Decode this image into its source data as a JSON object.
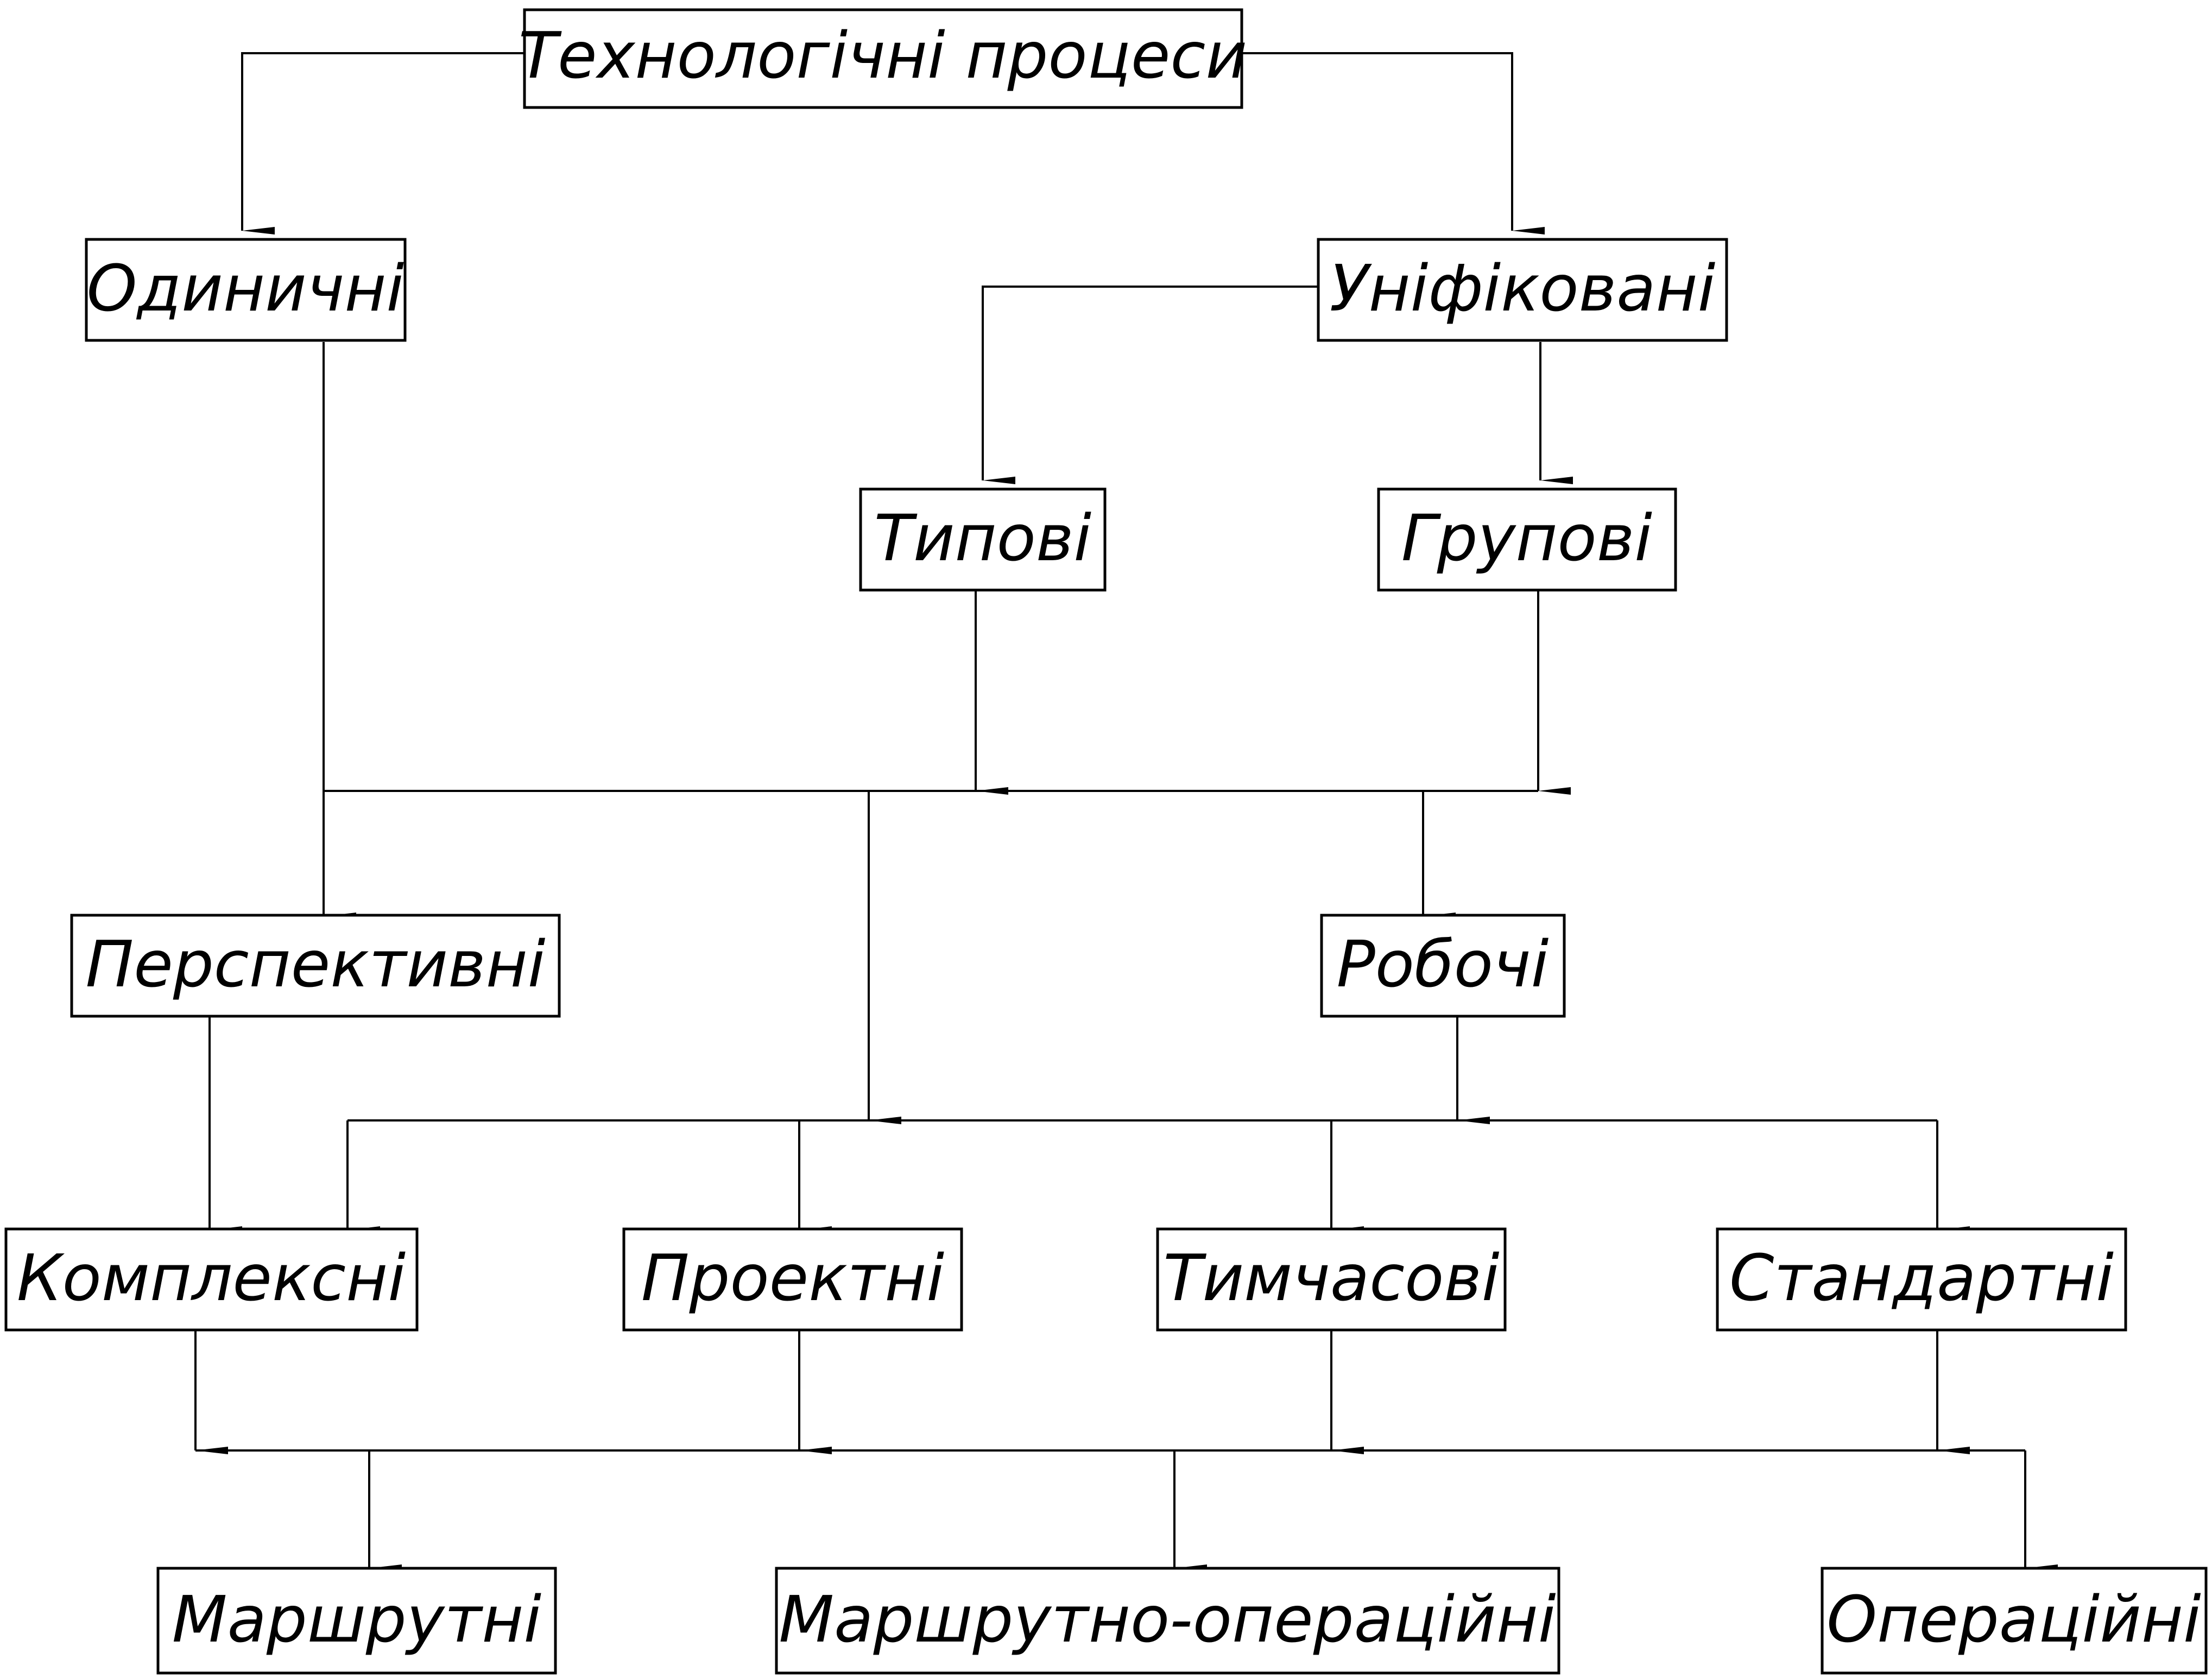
{
  "diagram": {
    "title": "Технологічні процеси",
    "nodes": {
      "root": "Технологічні процеси",
      "single": "Одиничні",
      "unified": "Уніфіковані",
      "typical": "Типові",
      "group": "Групові",
      "perspective": "Перспективні",
      "working": "Робочі",
      "complex": "Комплексні",
      "design": "Проектні",
      "temporary": "Тимчасові",
      "standard": "Стандартні",
      "route": "Маршрутні",
      "route_operational": "Маршрутно-операційні",
      "operational": "Операційні"
    },
    "colors": {
      "line": "#000000",
      "background": "#ffffff"
    }
  }
}
